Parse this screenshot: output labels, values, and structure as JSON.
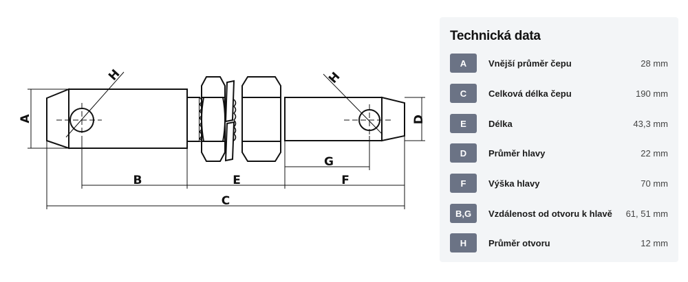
{
  "diagram": {
    "labels": {
      "A": "A",
      "B": "B",
      "C": "C",
      "D": "D",
      "E": "E",
      "F": "F",
      "G": "G",
      "H": "H"
    }
  },
  "specs": {
    "title": "Technická data",
    "rows": [
      {
        "code": "A",
        "name": "Vnější průměr čepu",
        "value": "28 mm"
      },
      {
        "code": "C",
        "name": "Celková délka čepu",
        "value": "190 mm"
      },
      {
        "code": "E",
        "name": "Délka",
        "value": "43,3 mm"
      },
      {
        "code": "D",
        "name": "Průměr hlavy",
        "value": "22 mm"
      },
      {
        "code": "F",
        "name": "Výška hlavy",
        "value": "70 mm"
      },
      {
        "code": "B,G",
        "name": "Vzdálenost od otvoru k hlavě",
        "value": "61, 51 mm"
      },
      {
        "code": "H",
        "name": "Průměr otvoru",
        "value": "12 mm"
      }
    ]
  },
  "colors": {
    "badge": "#6b7385",
    "panel": "#f3f5f7"
  }
}
